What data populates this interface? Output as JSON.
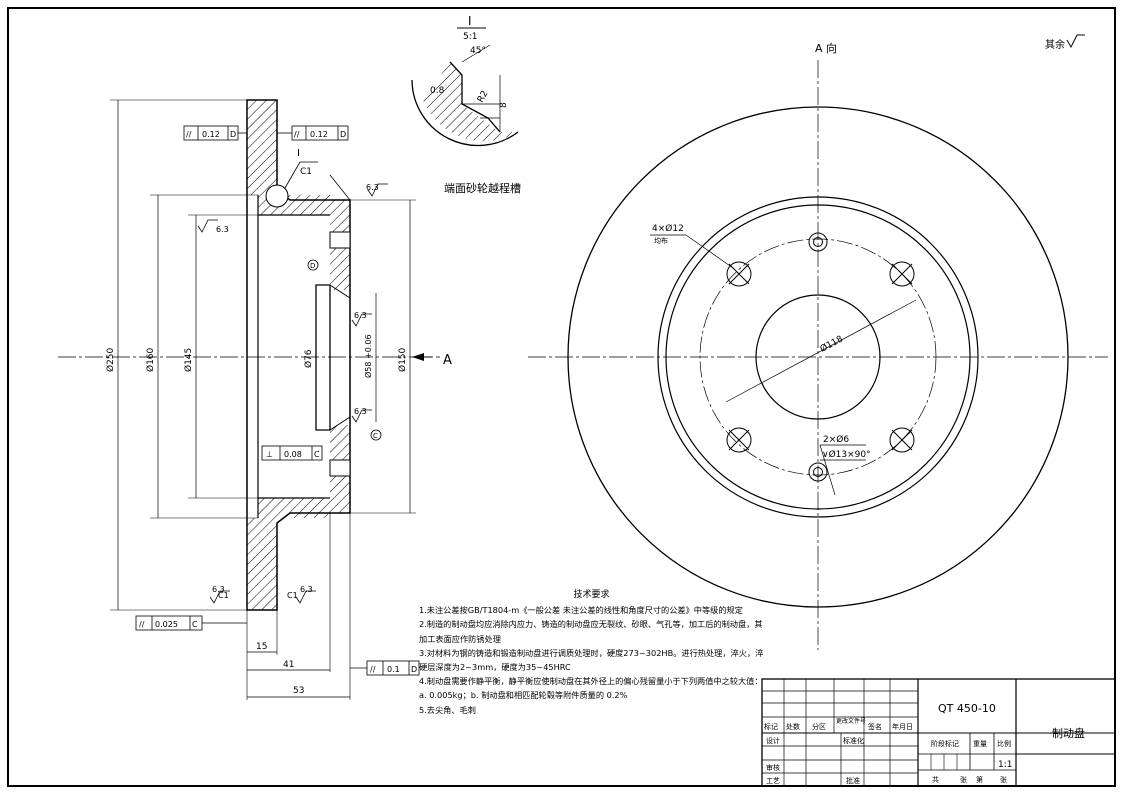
{
  "roughness": {
    "other_label": "其余",
    "values": [
      "6.3",
      "6.3",
      "6.3",
      "6.3",
      "6.3",
      "6.3"
    ]
  },
  "detail": {
    "tag": "I",
    "scale": "5:1",
    "angle": "45°",
    "dim_a": "0.8",
    "radius": "R2",
    "dim_b": "8",
    "caption": "端面砂轮越程槽"
  },
  "view_label": "A 向",
  "section_label": "A",
  "chamfer": "C1",
  "section_dims": [
    "Ø250",
    "Ø160",
    "Ø145",
    "Ø76",
    "Ø58 +0.06",
    "Ø150"
  ],
  "axial_dims": [
    "15",
    "41",
    "53"
  ],
  "tolerances": [
    {
      "symbol": "//",
      "value": "0.12",
      "datum": "D"
    },
    {
      "symbol": "//",
      "value": "0.12",
      "datum": "D"
    },
    {
      "symbol": "⊥",
      "value": "0.08",
      "datum": "C"
    },
    {
      "symbol": "//",
      "value": "0.025",
      "datum": "C"
    },
    {
      "symbol": "//",
      "value": "0.1",
      "datum": "D"
    }
  ],
  "datums": [
    "D",
    "C"
  ],
  "view_dims": {
    "holes": "4×Ø12",
    "holes_note": "均布",
    "pcd": "Ø118",
    "threaded": "2×Ø6",
    "csk": "∨Ø13×90°"
  },
  "tech_requirements": {
    "title": "技术要求",
    "items": [
      "1.未注公差按GB/T1804-m《一般公差  未注公差的线性和角度尺寸的公差》中等级的规定",
      "2.制造的制动盘均应消除内应力、铸造的制动盘应无裂纹、砂眼、气孔等，加工后的制动盘，其加工表面应作防锈处理",
      "3.对材料为钢的铸造和锻造制动盘进行调质处理时，硬度273~302HB。进行热处理，淬火，淬硬层深度为2~3mm，硬度为35~45HRC",
      "4.制动盘需要作静平衡，静平衡应使制动盘在其外径上的偏心残留量小于下列两值中之较大值：a. 0.005kg；b. 制动盘和相匹配轮毂等附件质量的 0.2%",
      "5.去尖角、毛刺"
    ]
  },
  "title_block": {
    "material": "QT 450-10",
    "name": "制动盘",
    "scale": "1:1",
    "headers": [
      "标记",
      "处数",
      "分区",
      "更改文件号",
      "签名",
      "年月日"
    ],
    "rows": [
      "设计",
      "标准化",
      "审核",
      "工艺",
      "批准"
    ],
    "cols": [
      "阶段标记",
      "重量",
      "比例"
    ],
    "footer": [
      "共",
      "张",
      "第",
      "张"
    ]
  }
}
